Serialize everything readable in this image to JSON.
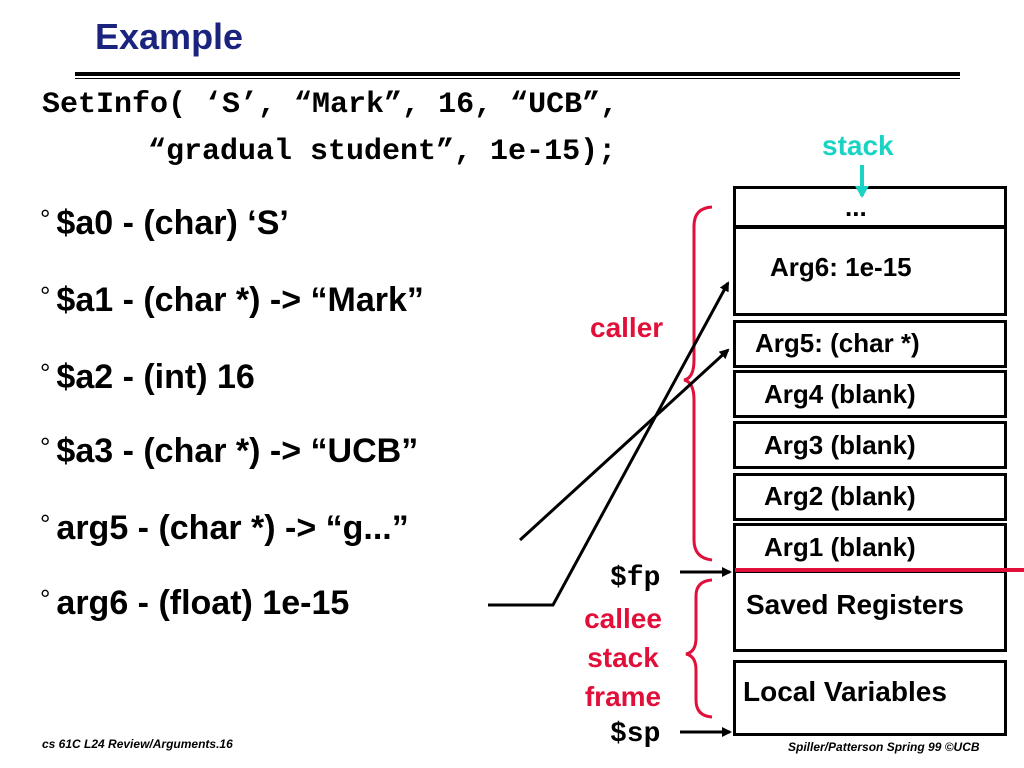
{
  "title": "Example",
  "code": {
    "line1": "SetInfo( ‘S’, “Mark”, 16, “UCB”,",
    "line2": "“gradual student”, 1e-15);"
  },
  "bullets": [
    "$a0 - (char) ‘S’",
    "$a1 - (char *) -> “Mark”",
    "$a2 - (int) 16",
    "$a3 - (char *) -> “UCB”",
    "arg5 - (char *) -> “g...”",
    "arg6 - (float) 1e-15"
  ],
  "bullet_symbol": "°",
  "labels": {
    "stack": "stack",
    "caller": "caller",
    "callee_line1": "callee",
    "callee_line2": "stack",
    "callee_line3": "frame",
    "fp": "$fp",
    "sp": "$sp"
  },
  "stack_boxes": {
    "dots": "...",
    "arg6": "Arg6: 1e-15",
    "arg5": "Arg5: (char *)",
    "arg4": "Arg4 (blank)",
    "arg3": "Arg3 (blank)",
    "arg2": "Arg2 (blank)",
    "arg1": "Arg1 (blank)",
    "saved": "Saved Registers",
    "locals": "Local Variables"
  },
  "footer": {
    "left": "cs 61C  L24  Review/Arguments.16",
    "right": "Spiller/Patterson Spring 99  ©UCB"
  },
  "colors": {
    "title": "#1a237e",
    "red": "#e0103a",
    "teal": "#19d3c5"
  }
}
